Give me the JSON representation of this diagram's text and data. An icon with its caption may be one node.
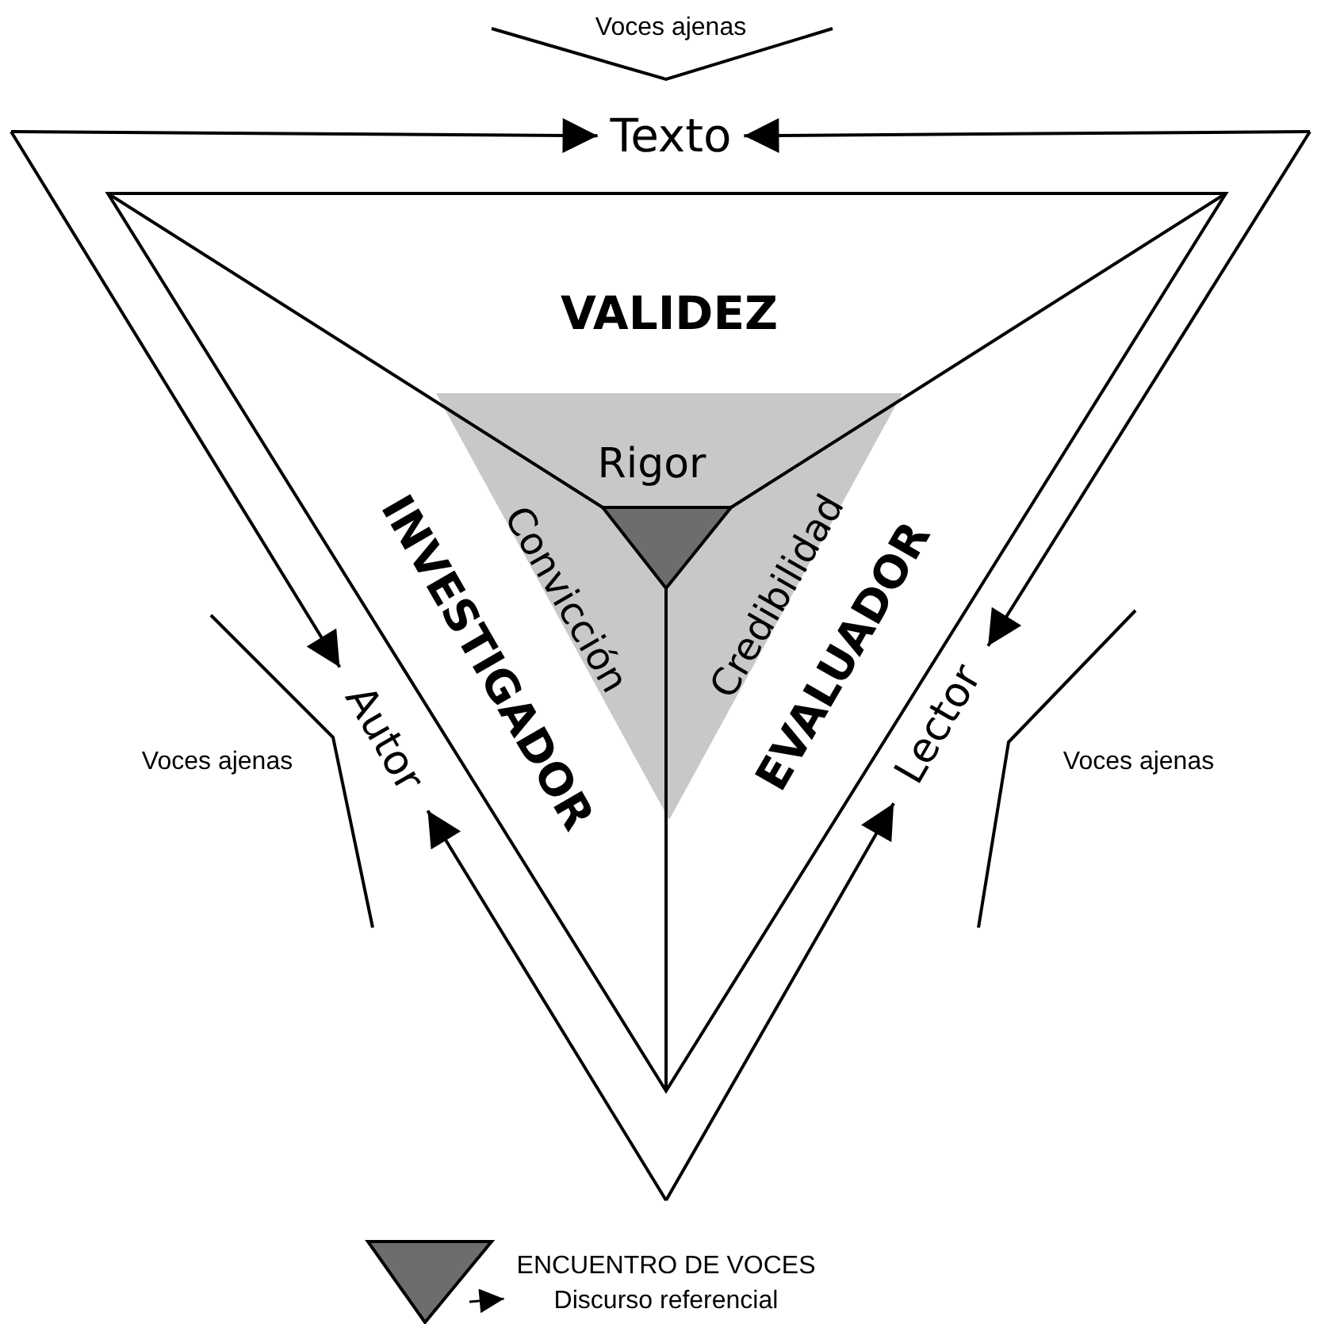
{
  "diagram": {
    "nodes": [
      {
        "text": [
          "Texto"
        ]
      },
      {
        "text": [
          "Autor"
        ]
      },
      {
        "text": [
          "Lector"
        ]
      },
      {
        "text": [
          "Voces ajenas"
        ]
      },
      {
        "text": [
          "Voces ajenas"
        ]
      },
      {
        "text": [
          "Voces ajenas"
        ]
      },
      {
        "text": [
          "VALIDEZ",
          "INVESTIGADOR",
          "EVALUADOR"
        ]
      },
      {
        "text": [
          "Rigor",
          "Convicción",
          "Credibilidad"
        ],
        "in": 6
      },
      {
        "text": [],
        "shape": "triangle",
        "in": 7
      },
      {
        "text": [],
        "shape": "triangle"
      },
      {
        "text": [
          "ENCUENTRO DE VOCES",
          "Discurso referencial"
        ]
      }
    ],
    "edges": [
      {
        "from": null,
        "to": 0,
        "arrow": "to"
      },
      {
        "from": null,
        "to": 0,
        "arrow": "to"
      },
      {
        "from": null,
        "to": 1,
        "arrow": "to"
      },
      {
        "from": null,
        "to": 1,
        "arrow": "to"
      },
      {
        "from": null,
        "to": 2,
        "arrow": "to"
      },
      {
        "from": null,
        "to": 2,
        "arrow": "to"
      },
      {
        "from": 9,
        "to": 10,
        "arrow": "to"
      }
    ]
  }
}
